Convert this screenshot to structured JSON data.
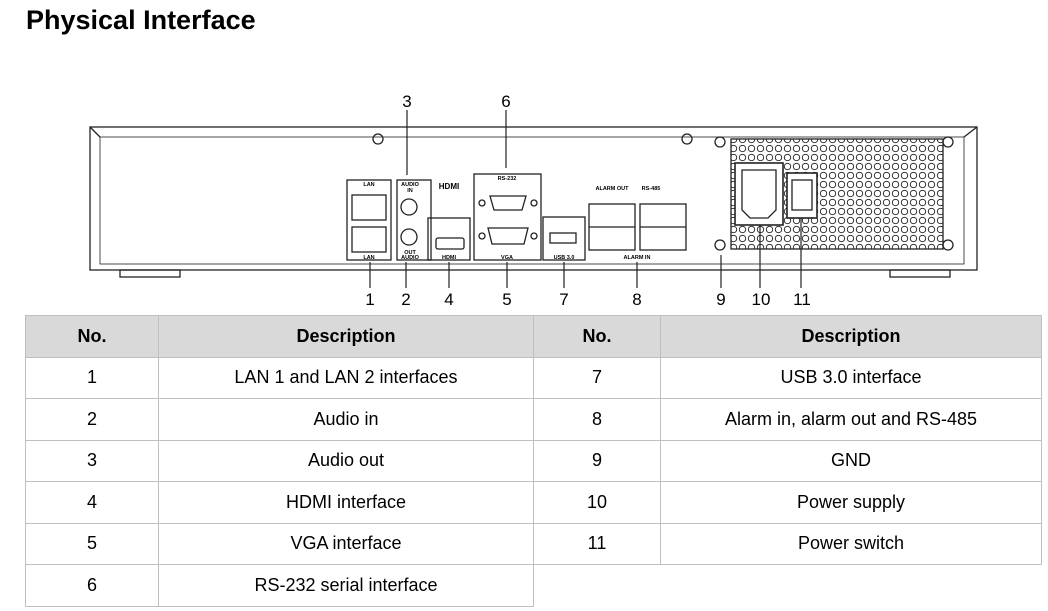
{
  "title": "Physical Interface",
  "diagram": {
    "callouts_top": [
      "3",
      "6"
    ],
    "callouts_bottom": [
      "1",
      "2",
      "4",
      "5",
      "7",
      "8",
      "9",
      "10",
      "11"
    ],
    "port_labels": {
      "lan": "LAN",
      "audio": "AUDIO",
      "audio_in": "IN",
      "audio_out": "OUT",
      "hdmi": "HDMI",
      "rs232": "RS-232",
      "vga": "VGA",
      "usb": "USB 3.0",
      "alarm_out": "ALARM OUT",
      "rs485": "RS-485",
      "alarm_in": "ALARM IN"
    }
  },
  "table": {
    "headers": [
      "No.",
      "Description",
      "No.",
      "Description"
    ],
    "left": [
      {
        "no": "1",
        "desc": "LAN 1 and LAN 2 interfaces"
      },
      {
        "no": "2",
        "desc": "Audio in"
      },
      {
        "no": "3",
        "desc": "Audio out"
      },
      {
        "no": "4",
        "desc": "HDMI interface"
      },
      {
        "no": "5",
        "desc": "VGA interface"
      },
      {
        "no": "6",
        "desc": "RS-232 serial interface"
      }
    ],
    "right": [
      {
        "no": "7",
        "desc": "USB 3.0 interface"
      },
      {
        "no": "8",
        "desc": "Alarm in, alarm out and RS-485"
      },
      {
        "no": "9",
        "desc": "GND"
      },
      {
        "no": "10",
        "desc": "Power supply"
      },
      {
        "no": "11",
        "desc": "Power switch"
      }
    ]
  }
}
